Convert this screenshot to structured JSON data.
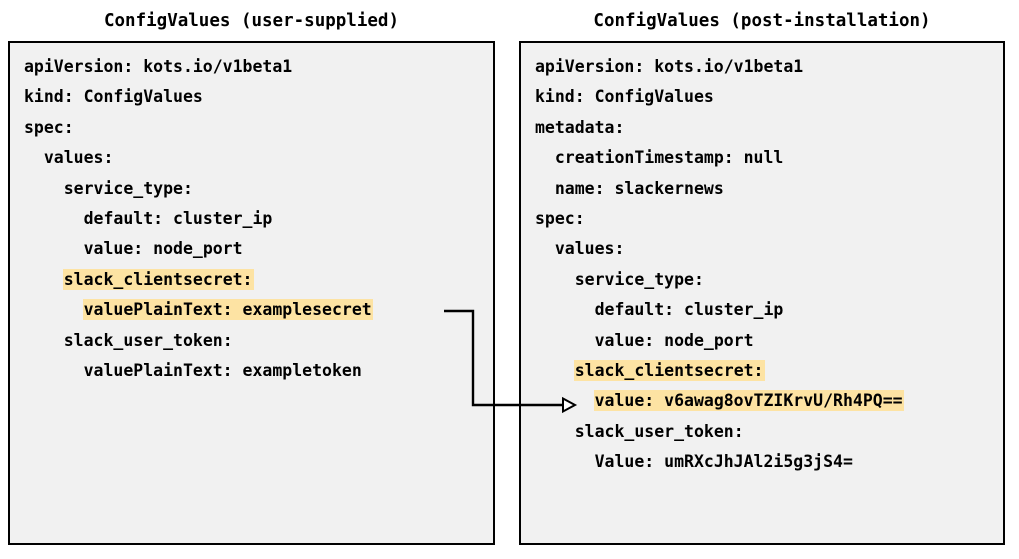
{
  "panels": [
    {
      "title": "ConfigValues (user-supplied)",
      "lines": [
        {
          "text": "apiVersion: kots.io/v1beta1",
          "highlight": false
        },
        {
          "text": "kind: ConfigValues",
          "highlight": false
        },
        {
          "text": "spec:",
          "highlight": false
        },
        {
          "text": "  values:",
          "highlight": false
        },
        {
          "text": "    service_type:",
          "highlight": false
        },
        {
          "text": "      default: cluster_ip",
          "highlight": false
        },
        {
          "text": "      value: node_port",
          "highlight": false
        },
        {
          "text": "    slack_clientsecret:",
          "highlight": true
        },
        {
          "text": "      valuePlainText: examplesecret",
          "highlight": true
        },
        {
          "text": "    slack_user_token:",
          "highlight": false
        },
        {
          "text": "      valuePlainText: exampletoken",
          "highlight": false
        }
      ]
    },
    {
      "title": "ConfigValues (post-installation)",
      "lines": [
        {
          "text": "apiVersion: kots.io/v1beta1",
          "highlight": false
        },
        {
          "text": "kind: ConfigValues",
          "highlight": false
        },
        {
          "text": "metadata:",
          "highlight": false
        },
        {
          "text": "  creationTimestamp: null",
          "highlight": false
        },
        {
          "text": "  name: slackernews",
          "highlight": false
        },
        {
          "text": "spec:",
          "highlight": false
        },
        {
          "text": "  values:",
          "highlight": false
        },
        {
          "text": "    service_type:",
          "highlight": false
        },
        {
          "text": "      default: cluster_ip",
          "highlight": false
        },
        {
          "text": "      value: node_port",
          "highlight": false
        },
        {
          "text": "    slack_clientsecret:",
          "highlight": true
        },
        {
          "text": "      value: v6awag8ovTZIKrvU/Rh4PQ==",
          "highlight": true
        },
        {
          "text": "    slack_user_token:",
          "highlight": false
        },
        {
          "text": "      Value: umRXcJhJAl2i5g3jS4=",
          "highlight": false
        }
      ]
    }
  ],
  "connector": {
    "name": "encryption-flow-arrow",
    "from_label": "valuePlainText: examplesecret",
    "to_label": "value: v6awag8ovTZIKrvU/Rh4PQ==",
    "color": "#000000"
  },
  "colors": {
    "highlight": "#fde3a3",
    "panel_background": "#f1f1f1",
    "panel_border": "#000000",
    "text": "#000000",
    "page_background": "#ffffff"
  }
}
